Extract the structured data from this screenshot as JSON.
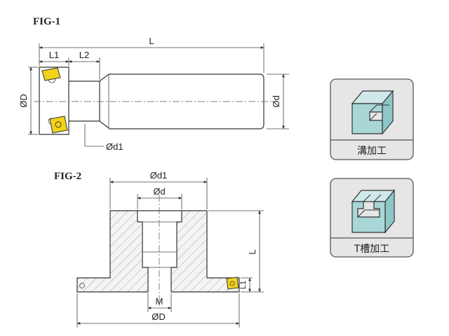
{
  "fig1": {
    "title": "FIG-1",
    "labels": {
      "L": "L",
      "L1": "L1",
      "L2": "L2",
      "D": "ØD",
      "d": "Ød",
      "d1": "Ød1"
    }
  },
  "fig2": {
    "title": "FIG-2",
    "labels": {
      "d1": "Ød1",
      "d": "Ød",
      "L": "L",
      "L1": "L1",
      "M": "M",
      "D": "ØD"
    }
  },
  "icons": [
    {
      "name": "slot-machining",
      "caption": "溝加工"
    },
    {
      "name": "t-slot-machining",
      "caption": "T槽加工"
    }
  ],
  "colors": {
    "insert": "#f2d21b",
    "icon_fill": "#a9d7d8",
    "panel_bg": "#e6e6e6",
    "hatch": "#9a9a9a"
  }
}
